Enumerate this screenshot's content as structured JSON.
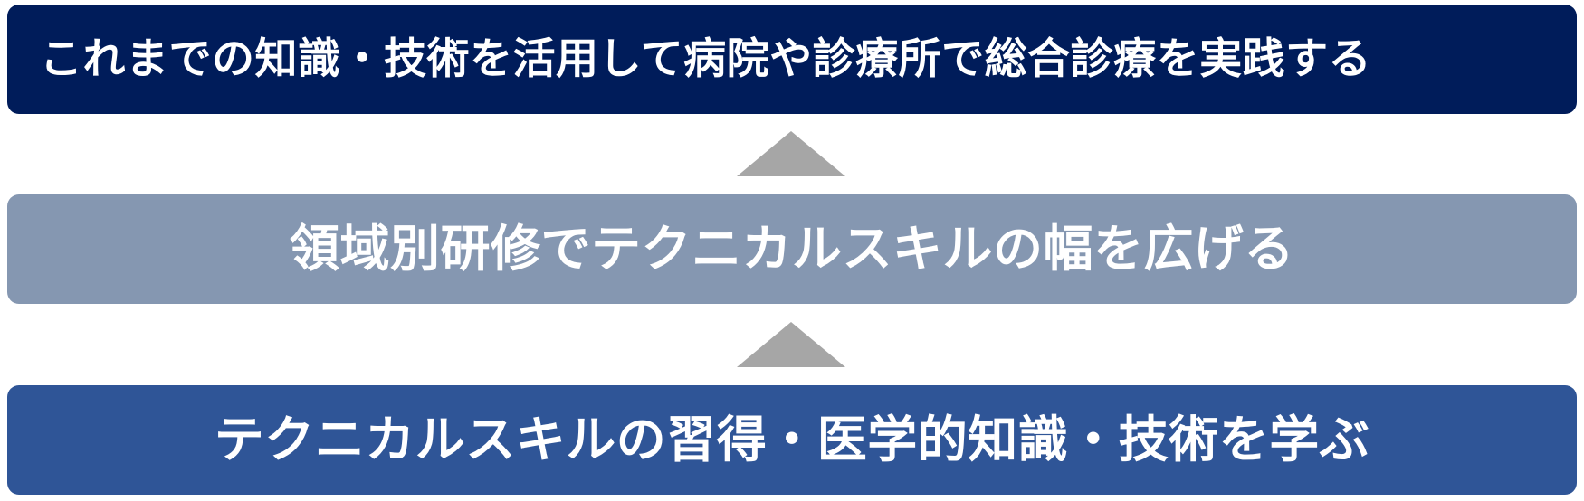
{
  "diagram": {
    "steps": [
      {
        "text": "これまでの知識・技術を活用して病院や診療所で総合診療を実践する",
        "color": "#001c5a"
      },
      {
        "text": "領域別研修でテクニカルスキルの幅を広げる",
        "color": "#8597b1"
      },
      {
        "text": "テクニカルスキルの習得・医学的知識・技術を学ぶ",
        "color": "#2f5597"
      }
    ],
    "arrow_color": "#a6a6a6",
    "text_color": "#ffffff"
  }
}
